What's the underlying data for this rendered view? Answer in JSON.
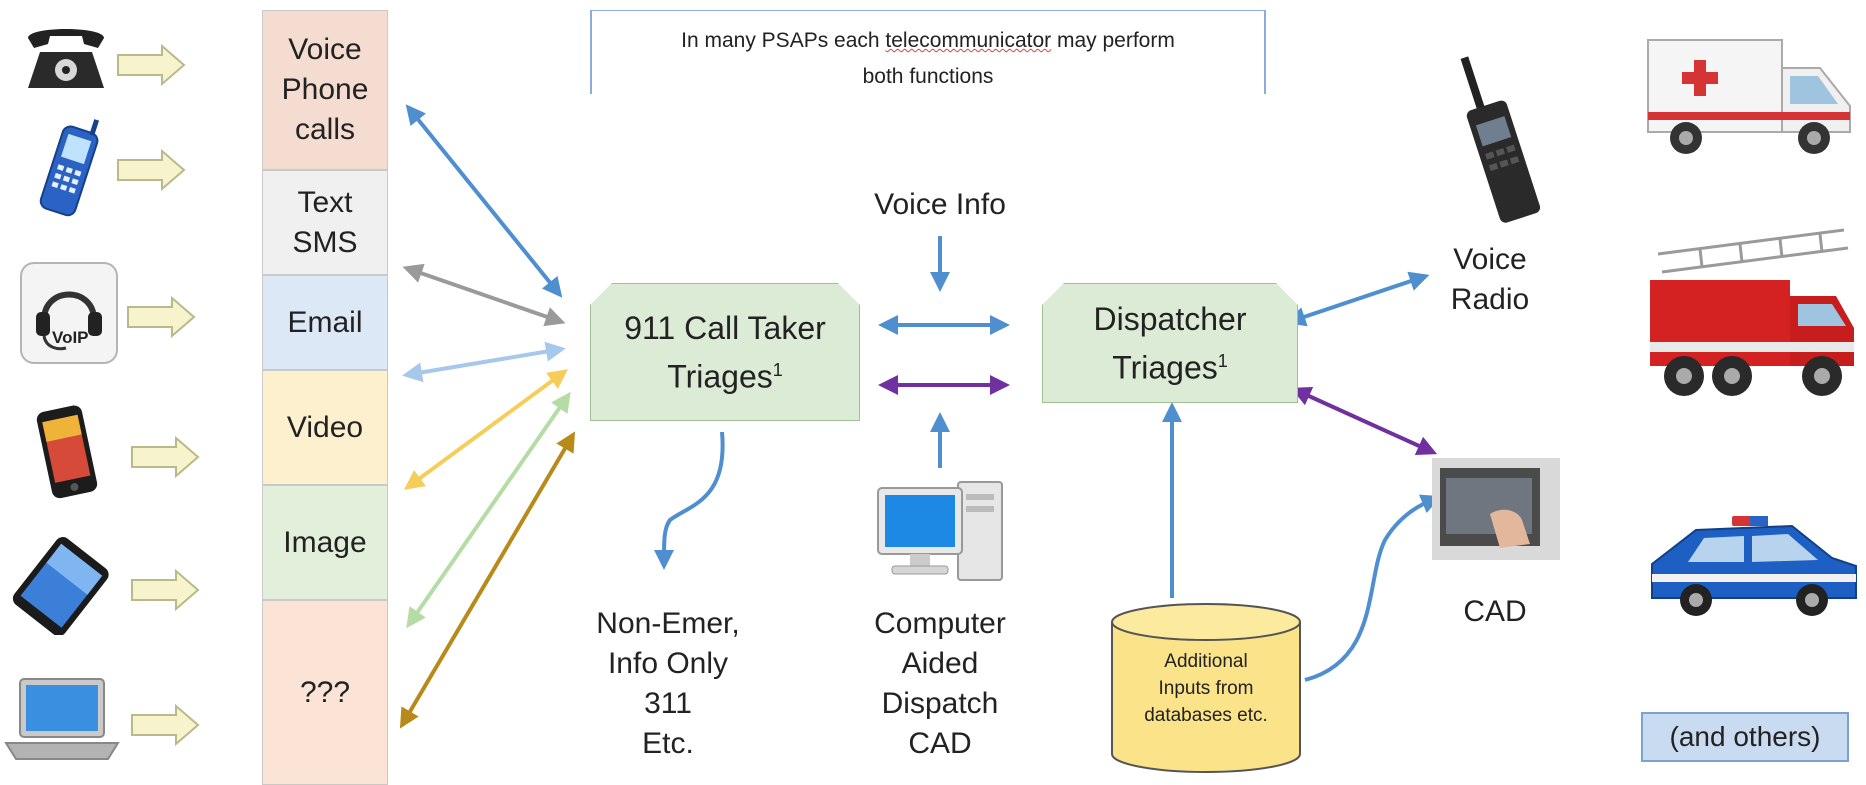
{
  "note": {
    "before": "In many PSAPs each ",
    "underlined": "telecommunicator",
    "after": " may perform",
    "line2": "both functions"
  },
  "channels": [
    {
      "label": "Voice\nPhone\ncalls",
      "color": "#f5dcd0",
      "device": "telephone-icon"
    },
    {
      "label": "Text\nSMS",
      "color": "#f0f0f0",
      "device": "mobile-phone-icon"
    },
    {
      "label": "Email",
      "color": "#dce8f5",
      "device": "voip-headset-icon"
    },
    {
      "label": "Video",
      "color": "#fdf0cf",
      "device": "smartphone-icon"
    },
    {
      "label": "Image",
      "color": "#e2efdb",
      "device": "tablet-icon"
    },
    {
      "label": "???",
      "color": "#fbe4d6",
      "device": "laptop-icon"
    }
  ],
  "voip_badge": "VoIP",
  "call_taker": {
    "line1": "911 Call Taker",
    "line2": "Triages",
    "sup": "1"
  },
  "dispatcher": {
    "line1": "Dispatcher",
    "line2": "Triages",
    "sup": "1"
  },
  "voice_info": "Voice Info",
  "non_emer": "Non-Emer,\nInfo Only\n311\nEtc.",
  "cad_system": "Computer\nAided\nDispatch\nCAD",
  "database": "Additional\nInputs from\ndatabases etc.",
  "voice_radio": "Voice\nRadio",
  "cad_terminal": "CAD",
  "responders": [
    "ambulance-icon",
    "fire-truck-icon",
    "police-car-icon"
  ],
  "and_others": "(and others)",
  "colors": {
    "blue_arrow": "#4f8fd0",
    "gray_arrow": "#9a9a9a",
    "light_blue_arrow": "#a6c8ec",
    "yellow_arrow": "#f7cd5a",
    "light_green_arrow": "#b5dca5",
    "gold_arrow": "#b88a1a",
    "purple_arrow": "#7030a0",
    "triage_fill": "#dcebd6",
    "database_fill": "#fbe38a"
  }
}
